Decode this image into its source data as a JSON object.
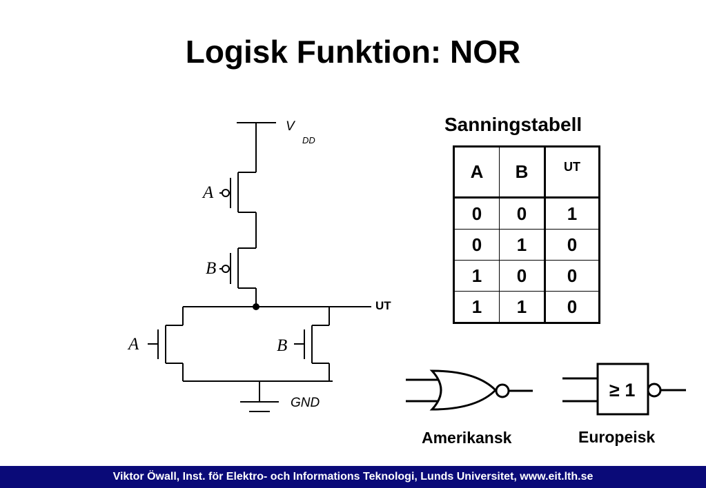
{
  "title": "Logisk Funktion: NOR",
  "schematic": {
    "vdd_v": "V",
    "vdd_sub": "DD",
    "pmos_a": "A",
    "pmos_b": "B",
    "nmos_a": "A",
    "nmos_b": "B",
    "out": "UT",
    "gnd": "GND"
  },
  "truth_table": {
    "title": "Sanningstabell",
    "headers": [
      "A",
      "B",
      "UT"
    ],
    "rows": [
      [
        "0",
        "0",
        "1"
      ],
      [
        "0",
        "1",
        "0"
      ],
      [
        "1",
        "0",
        "0"
      ],
      [
        "1",
        "1",
        "0"
      ]
    ]
  },
  "symbols": {
    "american": "Amerikansk",
    "european": "Europeisk",
    "european_gate": "≥ 1"
  },
  "footer": "Viktor Öwall, Inst. för Elektro- och Informations Teknologi, Lunds Universitet, www.eit.lth.se",
  "colors": {
    "footer_bg": "#0a0a78",
    "footer_text": "#ffffff",
    "ink": "#000000"
  }
}
